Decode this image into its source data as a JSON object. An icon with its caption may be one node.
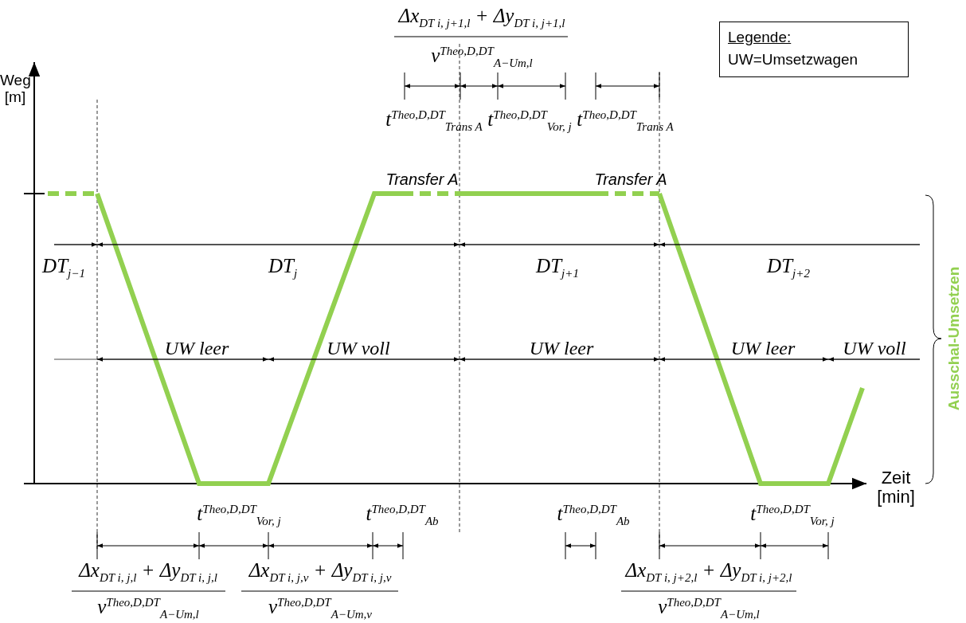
{
  "diagram": {
    "labels": [
      "Δx$_{DT i, j+1,l}$ + Δy$_{DT i, j+1,l}$",
      "v$^{Theo,D,DT}$$_{A−Um,l}$",
      "Legende:",
      "UW=Umsetzwagen",
      "Weg [m]",
      "t$^{Theo,D,DT}$$_{Trans A}$",
      "t$^{Theo,D,DT}$$_{Vor, j}$",
      "t$^{Theo,D,DT}$$_{Trans A}$",
      "Transfer A",
      "Transfer A",
      "DT$_{j−1}$",
      "DT$_{j}$",
      "DT$_{j+1}$",
      "DT$_{j+2}$",
      "Ausschal-Umsetzen",
      "UW leer",
      "UW voll",
      "UW leer",
      "UW leer",
      "UW voll",
      "Zeit [min]",
      "t$^{Theo,D,DT}$$_{Vor, j}$",
      "t$^{Theo,D,DT}$$_{Ab}$",
      "t$^{Theo,D,DT}$$_{Ab}$",
      "t$^{Theo,D,DT}$$_{Vor, j}$",
      "Δx$_{DT i, j,l}$ + Δy$_{DT i, j,l}$",
      "v$^{Theo,D,DT}$$_{A−Um,l}$",
      "Δx$_{DT i, j,v}$ + Δy$_{DT i, j,v}$",
      "v$^{Theo,D,DT}$$_{A−Um,v}$",
      "Δx$_{DT i, j+2,l}$ + Δy$_{DT i, j+2,l}$",
      "v$^{Theo,D,DT}$$_{A−Um,l}$"
    ]
  }
}
